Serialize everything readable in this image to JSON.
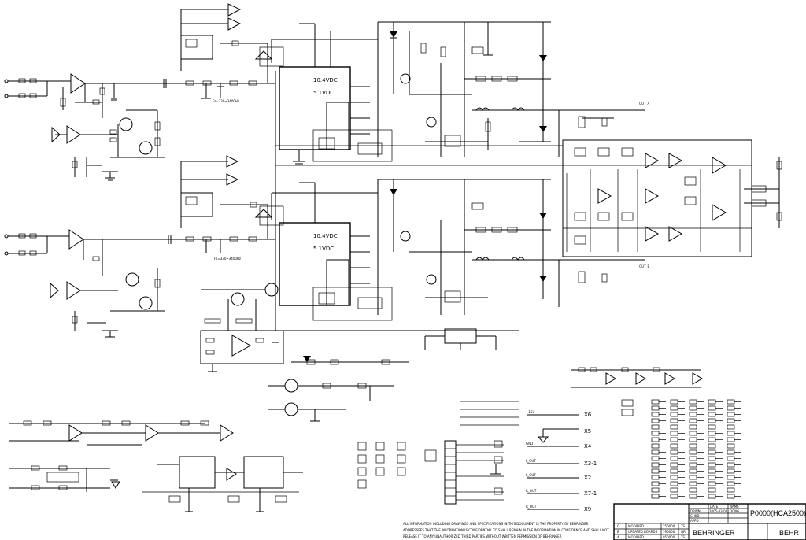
{
  "title_block": {
    "title": "P0000(HCA2500)",
    "brand": "BEHRINGER",
    "brand_short": "BEHR",
    "date_header": "DATE",
    "name_header": "NAME",
    "drawn_label": "DRWN",
    "drawn_date": "2005-03-09",
    "drawn_name": "DONG",
    "checked_label": "CHKD",
    "approved_label": "APPD",
    "revisions": [
      {
        "rev": "C",
        "desc": "MODIFIED",
        "date": "250000",
        "by": "TS"
      },
      {
        "rev": "B",
        "desc": "UPDATED BOARDS",
        "date": "190000",
        "by": "QR"
      },
      {
        "rev": "A",
        "desc": "MODIFIED",
        "date": "050000",
        "by": "TS"
      }
    ],
    "disclaimer": [
      "ALL INFORMATION INCLUDING DRAWINGS AND SPECIFICATIONS IN THIS DOCUMENT IS THE PROPERTY OF BEHRINGER",
      "ADDRESSEES THAT THE INFORMATION IS CONFIDENTIAL TO SHALL REMAIN IN THE INFORMATION IN CONFIDENCE AND SHALL NOT",
      "RELEASE IT TO ANY UNAUTHORIZED THIRD PARTIES WITHOUT WRITTEN PERMISSION OF BEHRINGER"
    ]
  },
  "channel_a": {
    "supply_label": "10.4VDC",
    "bias_label": "5.1VDC",
    "freq_label": "Fs=330~3400Hz"
  },
  "channel_b": {
    "supply_label": "10.4VDC",
    "bias_label": "5.1VDC",
    "freq_label": "Fs=330~3400Hz"
  },
  "connectors": [
    "X6",
    "X5",
    "X4",
    "X3-1",
    "X2",
    "X7-1",
    "X9"
  ],
  "connector_nets": [
    "+15V",
    "",
    "GND",
    "L_OUT",
    "L_OUT",
    "R_OUT",
    "R_OUT"
  ],
  "labels": {
    "out_a": "OUT_A",
    "out_b": "OUT_B"
  }
}
